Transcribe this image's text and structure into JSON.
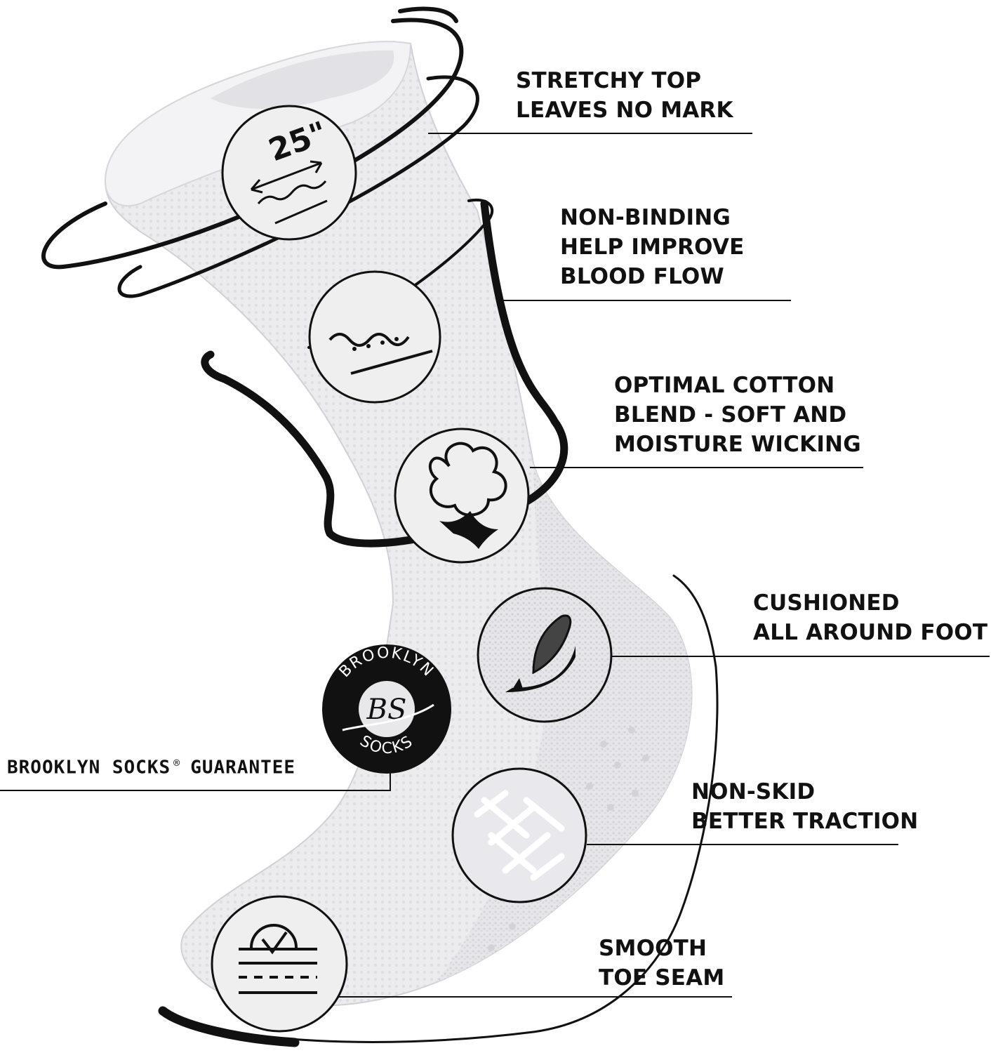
{
  "features": [
    {
      "id": "stretchy-top",
      "lines": [
        "STRETCHY TOP",
        "LEAVES NO MARK"
      ],
      "icon": "stretch-measure-icon"
    },
    {
      "id": "non-binding",
      "lines": [
        "NON-BINDING",
        "HELP IMPROVE",
        "BLOOD FLOW"
      ],
      "icon": "wave-fabric-icon"
    },
    {
      "id": "cotton-blend",
      "lines": [
        "OPTIMAL COTTON",
        "BLEND - SOFT AND",
        "MOISTURE WICKING"
      ],
      "icon": "cotton-flower-icon"
    },
    {
      "id": "cushioned",
      "lines": [
        "CUSHIONED",
        "ALL AROUND FOOT"
      ],
      "icon": "feather-icon"
    },
    {
      "id": "non-skid",
      "lines": [
        "NON-SKID",
        "BETTER TRACTION"
      ],
      "icon": "grip-pattern-icon"
    },
    {
      "id": "toe-seam",
      "lines": [
        "SMOOTH",
        "TOE SEAM"
      ],
      "icon": "checkmark-seam-icon"
    }
  ],
  "stretch_icon_text": "25\"",
  "guarantee": {
    "brand": "BROOKLYN SOCKS",
    "reg": "®",
    "word": "GUARANTEE"
  },
  "logo": {
    "top": "BROOKLYN",
    "monogram": "BS",
    "bottom": "SOCKS"
  },
  "colors": {
    "ink": "#111111",
    "sock": "#eeeef0",
    "sock_shade": "#d9d9dd"
  }
}
